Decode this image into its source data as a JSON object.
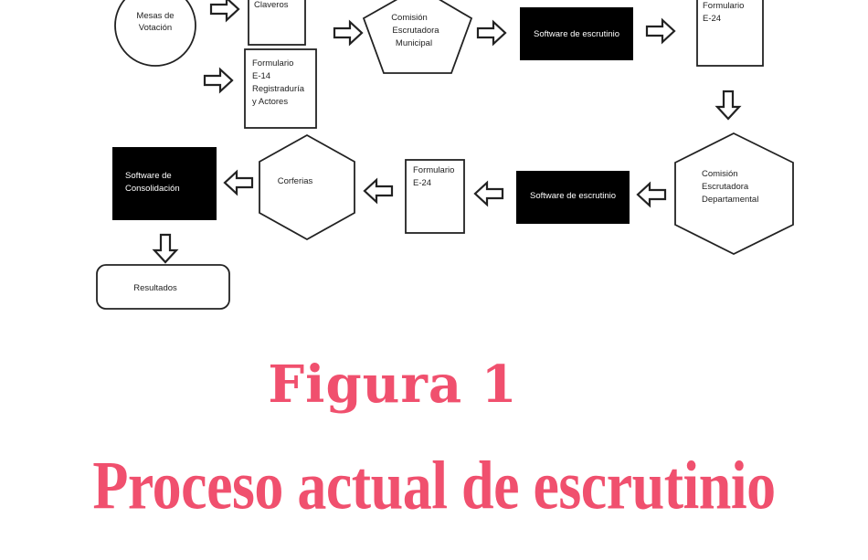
{
  "nodes": {
    "mesas": [
      "Mesas de",
      "Votación"
    ],
    "claveros": [
      "Claveros"
    ],
    "e14": [
      "Formulario",
      "E-14",
      "Registraduría",
      "y Actores"
    ],
    "comision_mun": [
      "Comisión",
      "Escrutadora",
      "Municipal"
    ],
    "software1": [
      "Software de escrutinio"
    ],
    "e24_top": [
      "Formulario",
      "E-24"
    ],
    "comision_dep": [
      "Comisión",
      "Escrutadora",
      "Departamental"
    ],
    "software2": [
      "Software de escrutinio"
    ],
    "e24_bottom": [
      "Formulario",
      "E-24"
    ],
    "corferias": [
      "Corferias"
    ],
    "software_cons": [
      "Software de",
      "Consolidación"
    ],
    "resultados": [
      "Resultados"
    ]
  },
  "caption": {
    "figure_number": "Figura 1",
    "title": "Proceso actual de escrutinio"
  },
  "colors": {
    "caption": "#f0506e",
    "node_fill_dark": "#000000",
    "stroke": "#222222"
  }
}
